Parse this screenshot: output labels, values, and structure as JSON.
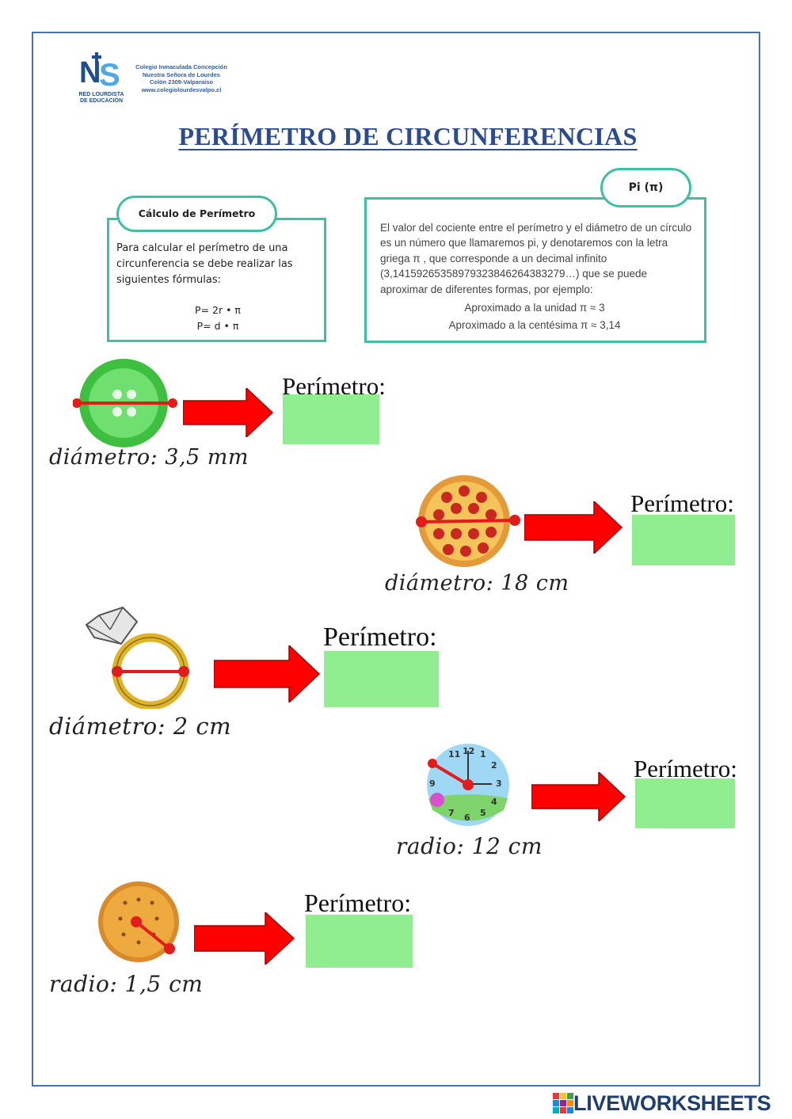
{
  "header": {
    "logo_mark": "NS",
    "logo_caption": [
      "RED LOURDISTA",
      "DE EDUCACIÓN"
    ],
    "school_lines": [
      "Colegio Inmaculada Concepción",
      "Nuestra Señora de Lourdes",
      "Colón 2309-Valparaíso",
      "www.colegiolourdesvalpo.cl"
    ],
    "title": "PERÍMETRO DE CIRCUNFERENCIAS"
  },
  "calc_box": {
    "tab": "Cálculo de Perímetro",
    "text": "Para calcular el perímetro de una circunferencia se debe realizar las siguientes fórmulas:",
    "formula_1": "P= 2r • π",
    "formula_2": "P= d • π"
  },
  "pi_box": {
    "tab": "Pi (π)",
    "text": "El valor del cociente entre el perímetro y el diámetro de un círculo es un número que llamaremos pi, y denotaremos con la letra griega π , que corresponde a un decimal infinito (3,14159265358979323846264383279…) que se puede aproximar de diferentes formas, por ejemplo:",
    "approx_unit": "Aproximado a la unidad π ≈ 3",
    "approx_hundredth": "Aproximado a la centésima π ≈ 3,14"
  },
  "exercises": [
    {
      "object": "button-icon",
      "measure": "diámetro: 3,5 mm",
      "answer_label": "Perímetro:",
      "answer_value": ""
    },
    {
      "object": "pizza-icon",
      "measure": "diámetro: 18 cm",
      "answer_label": "Perímetro:",
      "answer_value": ""
    },
    {
      "object": "ring-icon",
      "measure": "diámetro: 2 cm",
      "answer_label": "Perímetro:",
      "answer_value": ""
    },
    {
      "object": "clock-icon",
      "measure": "radio: 12 cm",
      "answer_label": "Perímetro:",
      "answer_value": ""
    },
    {
      "object": "cracker-icon",
      "measure": "radio: 1,5 cm",
      "answer_label": "Perímetro:",
      "answer_value": ""
    }
  ],
  "colors": {
    "frame": "#4a72b0",
    "box_border": "#3cc1a5",
    "answer_fill": "#90ee90",
    "arrow": "#ff0000",
    "title": "#2b4c8e"
  },
  "footer": {
    "brand": "LIVEWORKSHEETS"
  }
}
